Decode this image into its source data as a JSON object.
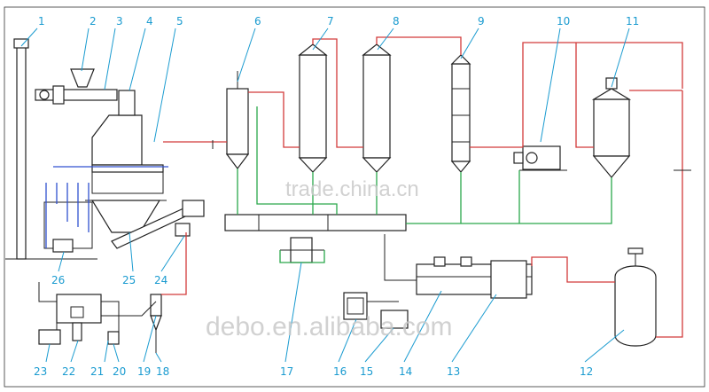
{
  "labels": [
    "1",
    "2",
    "3",
    "4",
    "5",
    "6",
    "7",
    "8",
    "9",
    "10",
    "11",
    "12",
    "13",
    "14",
    "15",
    "16",
    "17",
    "18",
    "19",
    "20",
    "21",
    "22",
    "23",
    "24",
    "25",
    "26"
  ],
  "watermarks": {
    "top": "trade.china.cn",
    "bottom": "debo.en.alibaba.com"
  },
  "colors": {
    "label": "#1a9bd0",
    "steam": "#d23a3a",
    "water": "#2aa84a",
    "oil": "#3050d0",
    "line": "#222222"
  }
}
